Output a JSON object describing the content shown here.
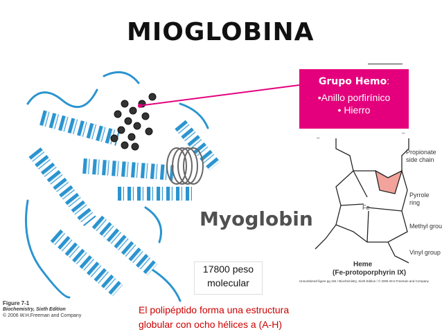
{
  "title": "MIOGLOBINA",
  "heme_box": {
    "header": "Grupo Hemo",
    "header_suffix": ":",
    "item1": "•Anillo porfirínico",
    "item2": "• Hierro"
  },
  "structure_label": "Myoglobin",
  "mass_text": {
    "line1": "17800 peso",
    "line2": "molecular"
  },
  "caption": {
    "line1": "El polipéptido forma una estructura",
    "line2": "globular con ocho hélices a (A-H)"
  },
  "figure_note": {
    "number": "Figure 7-1",
    "book": "Biochemistry, Sixth Edition",
    "copyright": "© 2006 W.H.Freeman and Company"
  },
  "heme_diagram": {
    "propionate": "Propionate",
    "side_chain": "side chain",
    "pyrrole": "Pyrrole",
    "ring": "ring",
    "methyl_group": "Methyl group",
    "vinyl_group": "Vinyl group",
    "heme_title": "Heme",
    "heme_subtitle": "(Fe-protoporphyrin IX)",
    "fe": "Fe",
    "minus1": "–",
    "minus2": "–",
    "note": "Unnumbered figure pg 184 / Biochemistry, Sixth Edition / © 2006 W.H.Freeman and Company"
  },
  "colors": {
    "heme_box": "#e4007c",
    "helix": "#2b94cf",
    "caption": "#cc0000",
    "pyrrole_fill": "#f2a39b"
  }
}
